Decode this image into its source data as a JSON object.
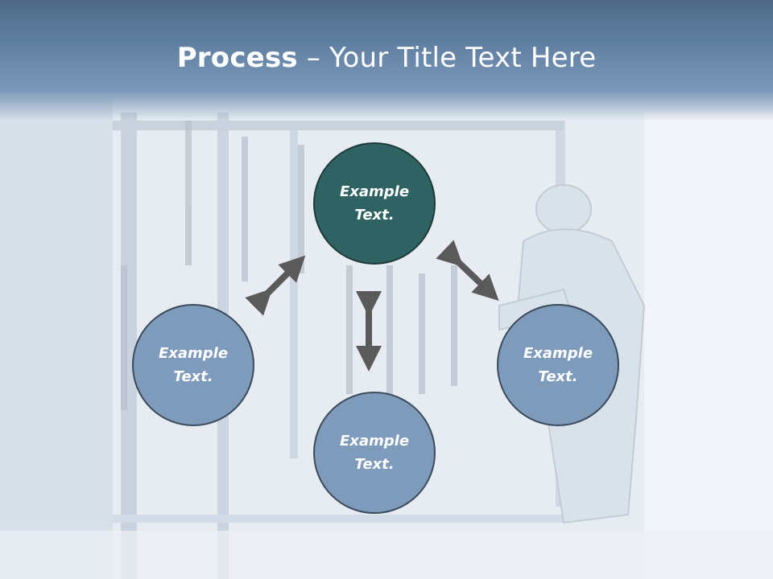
{
  "slide": {
    "title_bold": "Process",
    "title_rest": " – Your Title Text Here"
  },
  "nodes": {
    "top": "Example Text.",
    "left": "Example Text.",
    "right": "Example Text.",
    "bottom": "Example Text."
  },
  "colors": {
    "header": "#5f7fa2",
    "top_node": "#2f6363",
    "side_node": "#7e9bbb",
    "arrow": "#5a5a5a"
  }
}
